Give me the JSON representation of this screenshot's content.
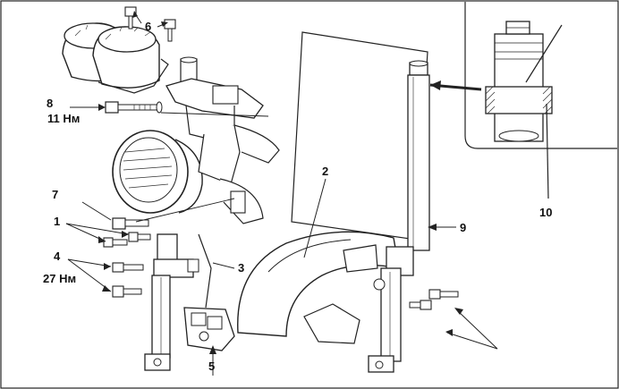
{
  "figure": {
    "callouts": {
      "c1": "1",
      "c2": "2",
      "c3": "3",
      "c4": "4",
      "c5": "5",
      "c6": "6",
      "c7": "7",
      "c8": "8",
      "c9": "9",
      "c10": "10"
    },
    "torque_labels": {
      "t8": "11 Нм",
      "t4": "27 Нм"
    }
  }
}
